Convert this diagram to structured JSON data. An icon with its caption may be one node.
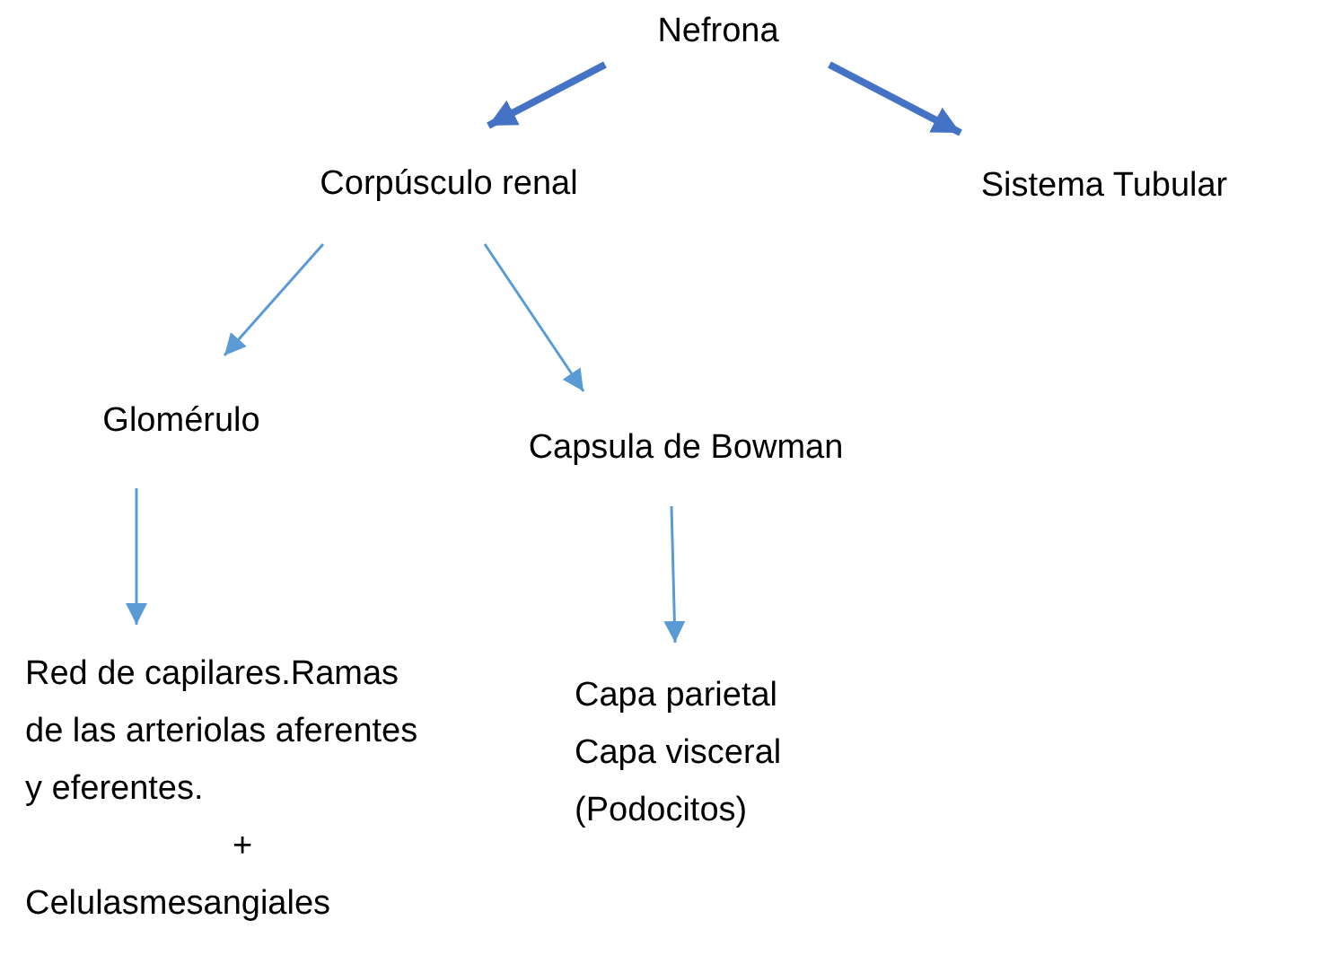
{
  "diagram": {
    "nodes": [
      {
        "text": [
          "Nefrona"
        ]
      },
      {
        "text": [
          "Corpúsculo renal"
        ]
      },
      {
        "text": [
          "Sistema Tubular"
        ]
      },
      {
        "text": [
          "Glomérulo"
        ]
      },
      {
        "text": [
          "Capsula de Bowman"
        ]
      },
      {
        "text": [
          "Red de capilares.Ramas de las arteriolas aferentes y eferentes.",
          "+",
          "Celulasmesangiales"
        ]
      },
      {
        "text": [
          "Capa parietal",
          "Capa visceral",
          "(Podocitos)"
        ]
      }
    ],
    "edges": [
      {
        "from": 0,
        "to": 1,
        "arrow": "to",
        "style": "thick",
        "color": "#4472c4"
      },
      {
        "from": 0,
        "to": 2,
        "arrow": "to",
        "style": "thick",
        "color": "#4472c4"
      },
      {
        "from": 1,
        "to": 3,
        "arrow": "to"
      },
      {
        "from": 1,
        "to": 4,
        "arrow": "to"
      },
      {
        "from": 3,
        "to": 5,
        "arrow": "to"
      },
      {
        "from": 4,
        "to": 6,
        "arrow": "to"
      }
    ]
  }
}
